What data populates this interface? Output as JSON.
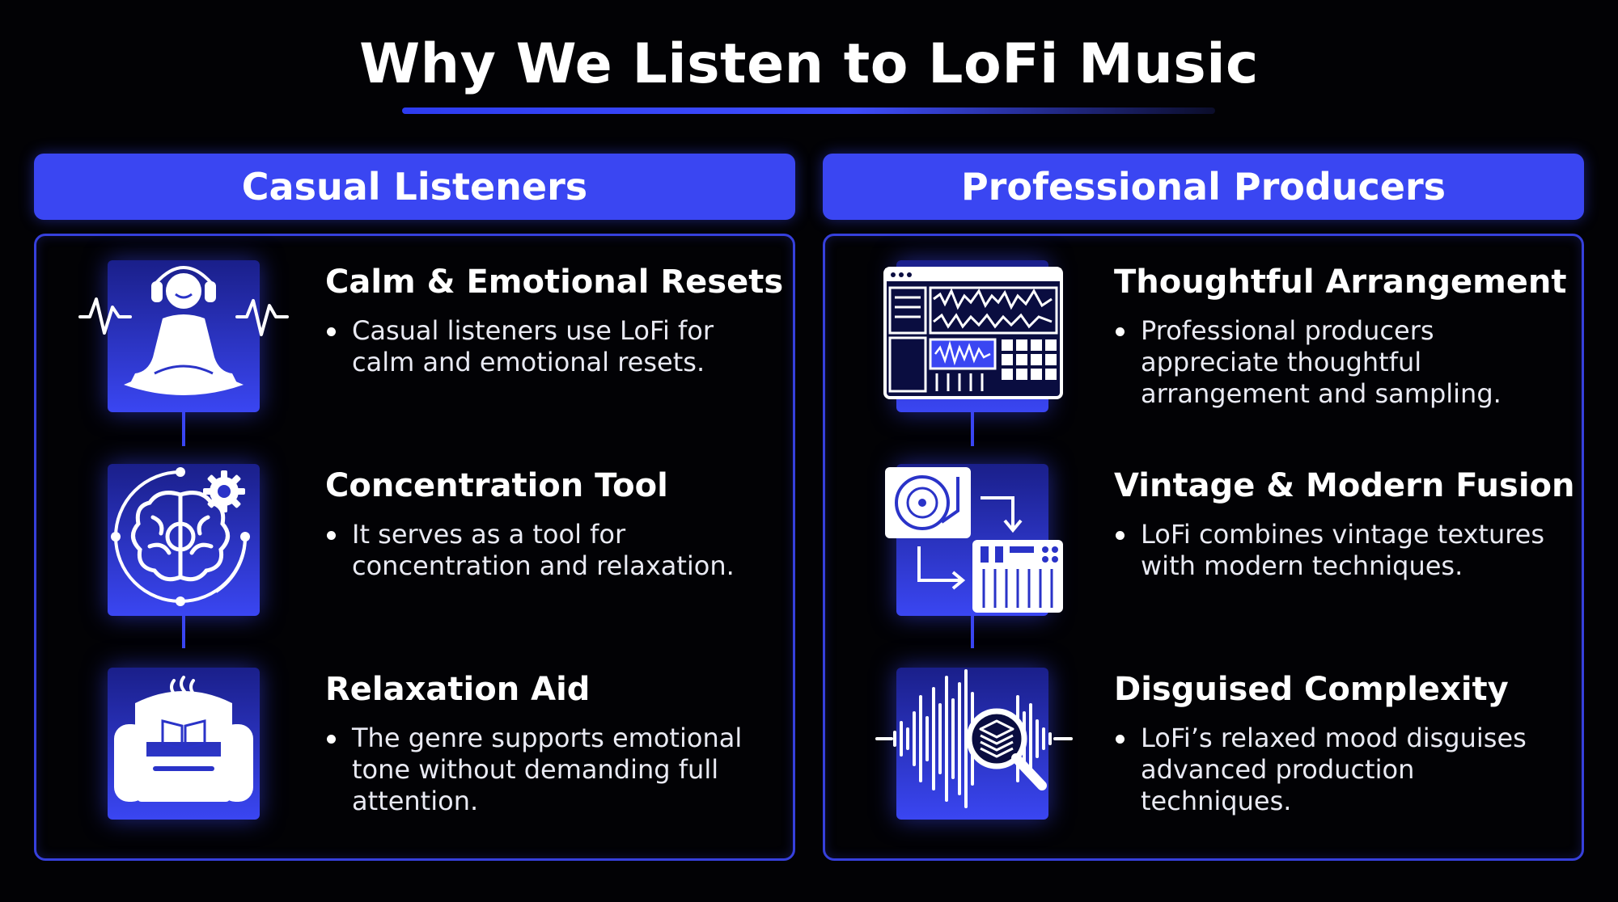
{
  "title": "Why We Listen to LoFi Music",
  "colors": {
    "background": "#020205",
    "accent": "#3a46f2",
    "text": "#ffffff"
  },
  "columns": [
    {
      "header": "Casual Listeners",
      "items": [
        {
          "icon": "meditation-headphones-icon",
          "title": "Calm & Emotional Resets",
          "text": "Casual listeners use LoFi for calm and emotional resets."
        },
        {
          "icon": "brain-gear-icon",
          "title": "Concentration Tool",
          "text": "It serves as a tool for concentration and relaxation."
        },
        {
          "icon": "armchair-book-icon",
          "title": "Relaxation Aid",
          "text": "The genre supports emotional tone without demanding full attention."
        }
      ]
    },
    {
      "header": "Professional Producers",
      "items": [
        {
          "icon": "daw-window-icon",
          "title": "Thoughtful Arrangement",
          "text": "Professional producers appreciate thoughtful arrangement and sampling."
        },
        {
          "icon": "turntable-keyboard-icon",
          "title": "Vintage & Modern Fusion",
          "text": "LoFi combines vintage textures with modern techniques."
        },
        {
          "icon": "waveform-magnifier-icon",
          "title": "Disguised Complexity",
          "text": "LoFi’s relaxed mood disguises advanced production techniques."
        }
      ]
    }
  ]
}
